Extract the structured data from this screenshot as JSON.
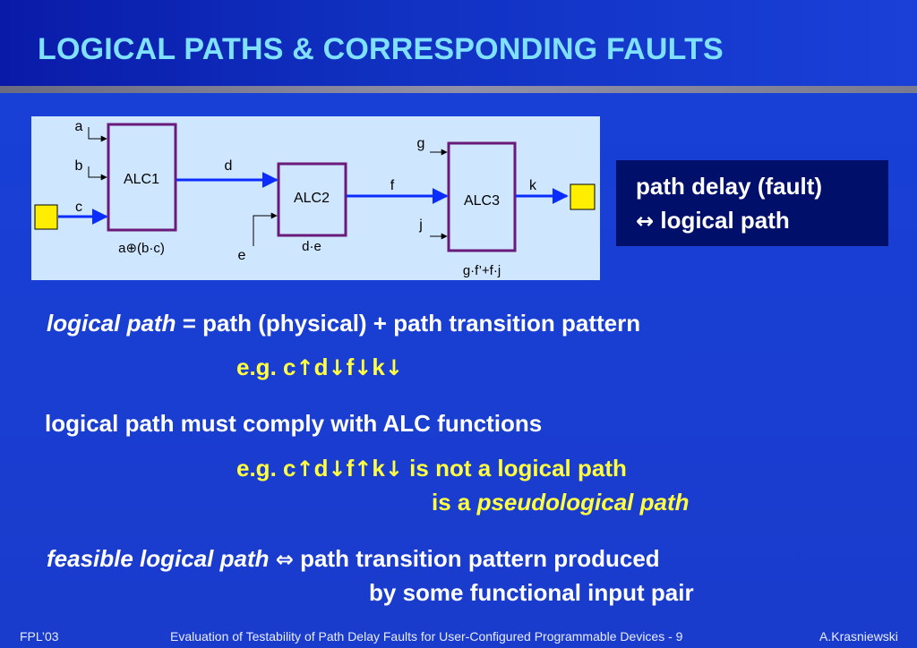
{
  "slide": {
    "title": "LOGICAL PATHS & CORRESPONDING FAULTS"
  },
  "diagram": {
    "inputs": {
      "a": "a",
      "b": "b",
      "c": "c",
      "e": "e",
      "g": "g",
      "j": "j"
    },
    "signals": {
      "d": "d",
      "f": "f",
      "k": "k"
    },
    "alc1": {
      "label": "ALC1",
      "function": "a⊕(b·c)"
    },
    "alc2": {
      "label": "ALC2",
      "function": "d·e"
    },
    "alc3": {
      "label": "ALC3",
      "function": "g·f’+f·j"
    },
    "colors": {
      "path": "#0a2cff",
      "block_border": "#6a1a7a",
      "io_box": "#ffee00",
      "panel": "#cfe6ff"
    }
  },
  "callout": {
    "line1": "path delay (fault)",
    "arrow": "↔",
    "line2_text": "logical path"
  },
  "body": {
    "l1_italic": "logical path",
    "l1_rest": "= path (physical) + path transition pattern",
    "eg1": {
      "prefix": "e.g. c",
      "a1": "↑",
      "t1": "d",
      "a2": "↓",
      "t2": "f",
      "a3": "↓",
      "t3": "k",
      "a4": "↓"
    },
    "l2": "logical path must comply with ALC functions",
    "eg2": {
      "prefix": "e.g. c",
      "a1": "↑",
      "t1": "d",
      "a2": "↓",
      "t2": "f",
      "a3": "↑",
      "t3": "k",
      "a4": "↓",
      "suffix": " is not a logical path"
    },
    "l3_prefix": "is a ",
    "l3_italic": "pseudological path",
    "l4_italic": "feasible logical path",
    "l4_arrow": "⇔",
    "l4_rest": "path transition pattern produced",
    "l5": "by some functional input pair"
  },
  "footer": {
    "left": "FPL’03",
    "center": "Evaluation of Testability of Path Delay Faults for User-Configured Programmable Devices - 9",
    "right": "A.Krasniewski"
  }
}
